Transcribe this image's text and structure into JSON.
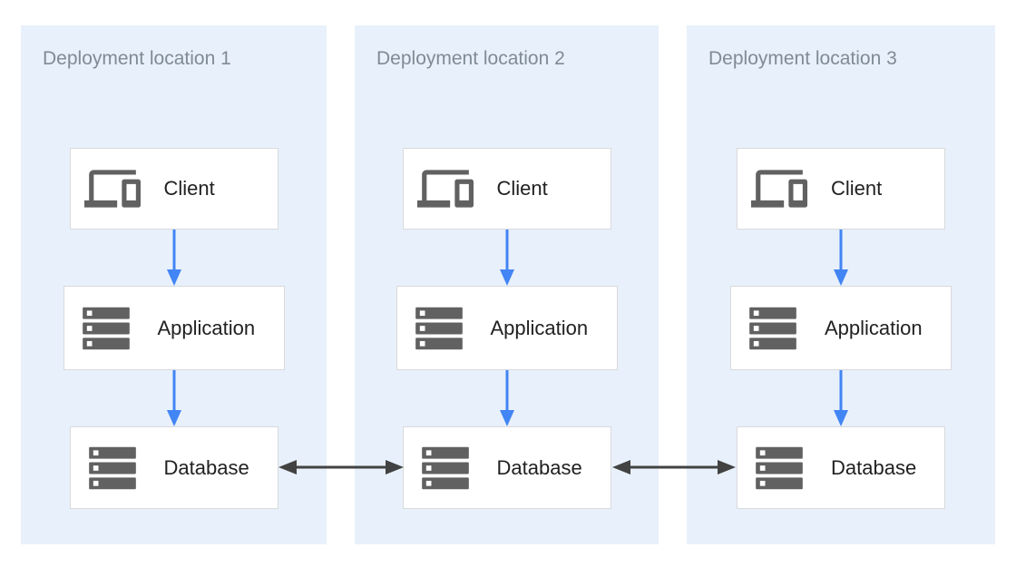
{
  "diagram": {
    "description": "Three deployment locations, each with a client-to-application-to-database flow; databases replicate bidirectionally across locations",
    "panels": [
      {
        "title": "Deployment location 1",
        "nodes": [
          {
            "label": "Client",
            "icon": "devices-icon"
          },
          {
            "label": "Application",
            "icon": "server-stack-icon"
          },
          {
            "label": "Database",
            "icon": "server-stack-icon"
          }
        ]
      },
      {
        "title": "Deployment location 2",
        "nodes": [
          {
            "label": "Client",
            "icon": "devices-icon"
          },
          {
            "label": "Application",
            "icon": "server-stack-icon"
          },
          {
            "label": "Database",
            "icon": "server-stack-icon"
          }
        ]
      },
      {
        "title": "Deployment location 3",
        "nodes": [
          {
            "label": "Client",
            "icon": "devices-icon"
          },
          {
            "label": "Application",
            "icon": "server-stack-icon"
          },
          {
            "label": "Database",
            "icon": "server-stack-icon"
          }
        ]
      }
    ],
    "connections": {
      "within_each_panel": [
        {
          "from": "Client",
          "to": "Application",
          "style": "single-head-arrow",
          "color": "#4285f4"
        },
        {
          "from": "Application",
          "to": "Database",
          "style": "single-head-arrow",
          "color": "#4285f4"
        }
      ],
      "between_panels": [
        {
          "from": "Database (location 1)",
          "to": "Database (location 2)",
          "style": "double-head-arrow",
          "color": "#424242"
        },
        {
          "from": "Database (location 2)",
          "to": "Database (location 3)",
          "style": "double-head-arrow",
          "color": "#424242"
        }
      ]
    },
    "colors": {
      "page_bg": "#ffffff",
      "panel_bg": "#e8f0fb",
      "panel_title_text": "#7f8b95",
      "node_bg": "#ffffff",
      "node_border": "#d9dadc",
      "node_label_text": "#212121",
      "icon_gray": "#616161",
      "flow_arrow": "#4285f4",
      "replication_arrow": "#424242"
    }
  }
}
